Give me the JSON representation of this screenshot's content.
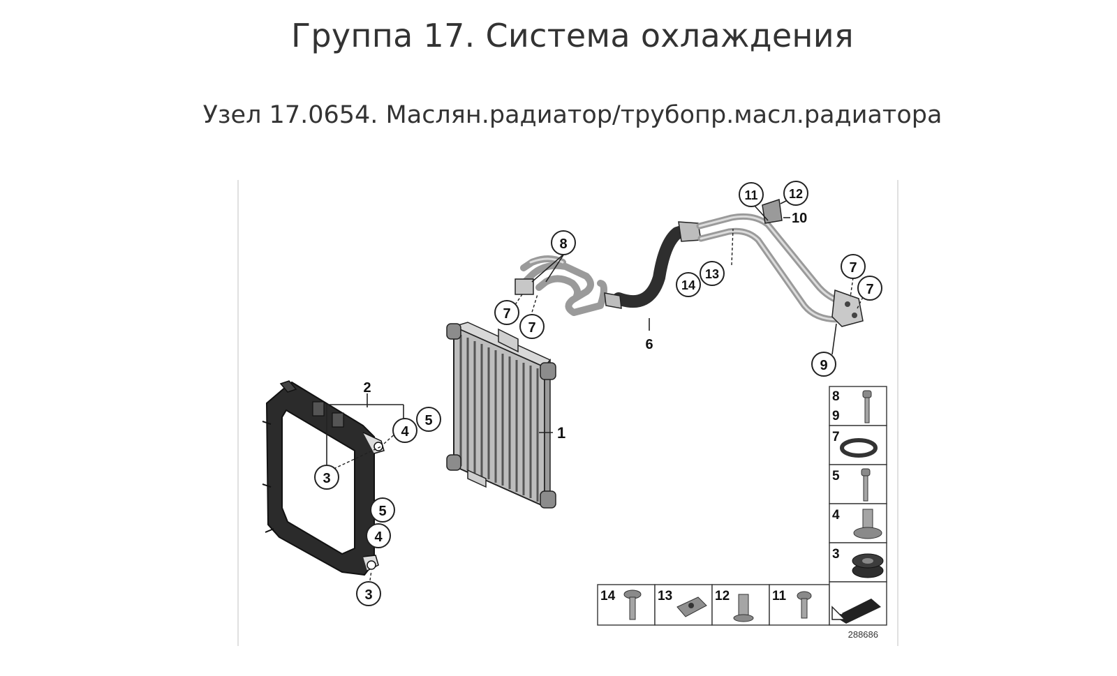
{
  "header": {
    "title": "Группа 17. Система охлаждения",
    "subtitle": "Узел 17.0654. Маслян.радиатор/трубопр.масл.радиатора"
  },
  "diagram": {
    "callouts": {
      "c1": "1",
      "c2": "2",
      "c3a": "3",
      "c3b": "3",
      "c4a": "4",
      "c4b": "4",
      "c5a": "5",
      "c5b": "5",
      "c6": "6",
      "c7a": "7",
      "c7b": "7",
      "c7c": "7",
      "c7d": "7",
      "c8": "8",
      "c9": "9",
      "c10": "10",
      "c11": "11",
      "c12": "12",
      "c13": "13",
      "c14": "14"
    },
    "legend": {
      "l89a": "8",
      "l89b": "9",
      "l7": "7",
      "l5": "5",
      "l4": "4",
      "l3": "3",
      "l14": "14",
      "l13": "13",
      "l12": "12",
      "l11": "11"
    },
    "image_number": "288686"
  },
  "colors": {
    "frame": "#2b2b2b",
    "radiator": "#8e8e8e",
    "hose": "#2e2e2e",
    "pipe": "#9a9a9a"
  }
}
